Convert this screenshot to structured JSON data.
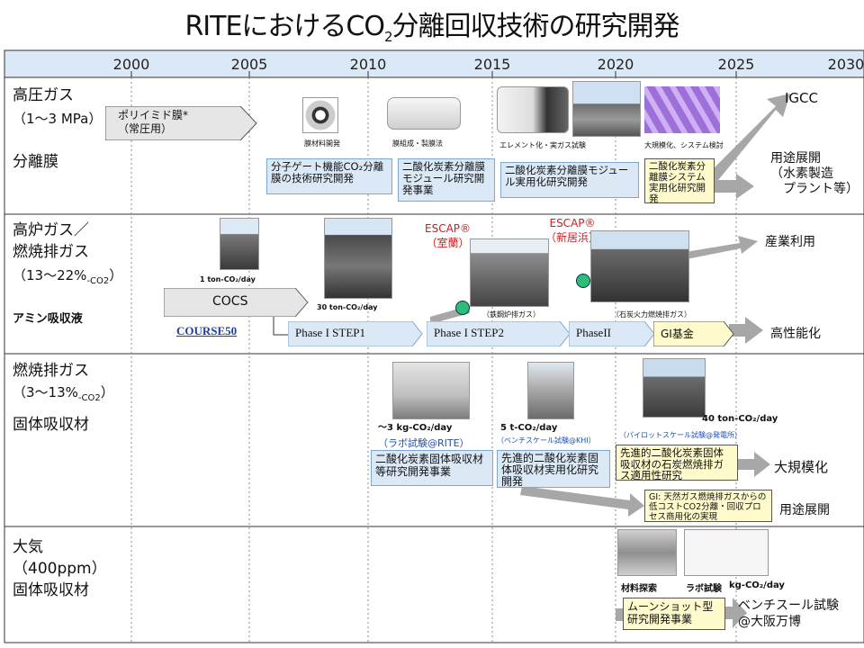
{
  "title": {
    "main": "RITEにおけるCO",
    "sub": "2",
    "tail": "分離回収技術の研究開発"
  },
  "years": [
    "2000",
    "2005",
    "2010",
    "2015",
    "2020",
    "2025",
    "2030"
  ],
  "rows": {
    "r1": {
      "l1": "高圧ガス",
      "l2": "（1～3 MPa）",
      "l3": "分離膜"
    },
    "r2": {
      "l1": "高炉ガス／",
      "l2": "燃焼排ガス",
      "l3": "（13～22%",
      "l3sub": "-CO2",
      "l3tail": "）",
      "l4": "アミン吸収液"
    },
    "r3": {
      "l1": "燃焼排ガス",
      "l2": "（3～13%",
      "l2sub": "-CO2",
      "l2tail": "）",
      "l3": "固体吸収材"
    },
    "r4": {
      "l1": "大気",
      "l2": "（400ppm）",
      "l3": "固体吸収材"
    }
  },
  "membrane": {
    "polyimide": "ポリイミド膜*\n（常圧用）",
    "cap_material": "膜材料開発",
    "cap_module": "膜組成・製膜法",
    "cap_element": "エレメント化・実ガス試験",
    "cap_system": "大規模化、システム検討",
    "box1": "分子ゲート機能CO₂分離膜の技術研究開発",
    "box2": "二酸化炭素分離膜モジュール研究開発事業",
    "box3": "二酸化炭素分離膜モジュール実用化研究開発",
    "box4": "二酸化炭素分離膜システム実用化研究開発",
    "igcc": "IGCC",
    "use": "用途展開\n（水素製造\n　プラント等）"
  },
  "amine": {
    "cap1": "1 ton-CO₂/day",
    "cap2": "30 ton-CO₂/day",
    "escap1": "ESCAP®\n（室蘭）",
    "escap2": "ESCAP®\n（新居浜）",
    "cap3": "（鉄鋼炉排ガス）",
    "cap4": "（石炭火力燃焼排ガス）",
    "cocs": "COCS",
    "course50": "COURSE50",
    "p1": "Phase I STEP1",
    "p2": "Phase I STEP2",
    "p3": "PhaseII",
    "gi": "GI基金",
    "industry": "産業利用",
    "perf": "高性能化"
  },
  "solid": {
    "cap1": "～3 kg-CO₂/day",
    "lab": "（ラボ試験@RITE）",
    "cap2": "5 t-CO₂/day",
    "bench": "（ベンチスケール試験@KHI）",
    "cap3": "40 ton-CO₂/day",
    "pilot": "（パイロットスケール試験@発電所）",
    "box1": "二酸化炭素固体吸収材等研究開発事業",
    "box2": "先進的二酸化炭素固体吸収材実用化研究開発",
    "box3": "先進的二酸化炭素固体吸収材の石炭燃焼排ガス適用性研究",
    "box4": "GI: 天然ガス燃焼排ガスからの低コストCO2分離・回収プロセス商用化の実現",
    "scale": "大規模化",
    "use": "用途展開"
  },
  "air": {
    "cap_mat": "材料探索",
    "cap_lab": "ラボ試験",
    "cap_kg": "kg-CO₂/day",
    "box": "ムーンショット型研究開発事業",
    "bench": "ベンチスール試験\n@大阪万博"
  },
  "colors": {
    "blue_box": "#dbe9f7",
    "yellow_box": "#fffbcc",
    "arrow_gray": "#a7a7a7",
    "header": "#dbe9f7",
    "escap_red": "#d21b1b"
  }
}
